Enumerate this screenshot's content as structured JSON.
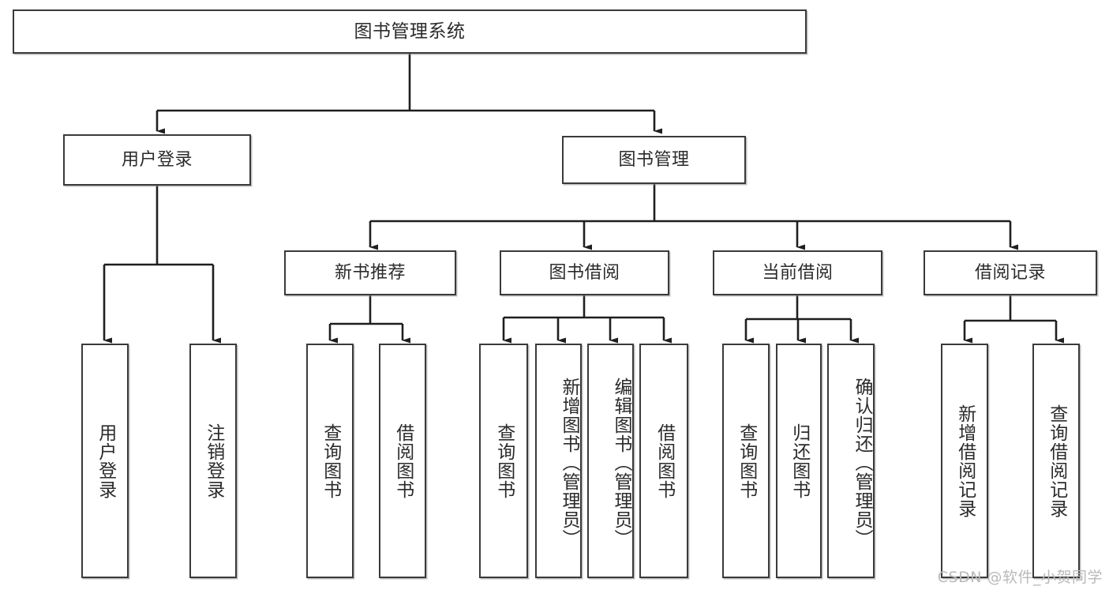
{
  "diagram": {
    "title": "图书管理系统",
    "type": "tree-hierarchy-diagram",
    "root": {
      "id": "root",
      "label": "图书管理系统"
    },
    "level1": [
      {
        "id": "user-login",
        "label": "用户登录"
      },
      {
        "id": "book-manage",
        "label": "图书管理"
      }
    ],
    "level2": [
      {
        "id": "new-book-recommend",
        "label": "新书推荐",
        "parent": "book-manage"
      },
      {
        "id": "book-borrow",
        "label": "图书借阅",
        "parent": "book-manage"
      },
      {
        "id": "current-borrow",
        "label": "当前借阅",
        "parent": "book-manage"
      },
      {
        "id": "borrow-record",
        "label": "借阅记录",
        "parent": "book-manage"
      }
    ],
    "leaves": {
      "user_login": [
        {
          "id": "leaf-user-login",
          "label": "用户登录"
        },
        {
          "id": "leaf-logout-login",
          "label": "注销登录"
        }
      ],
      "new_book_recommend": [
        {
          "id": "leaf-query-book-1",
          "label": "查询图书"
        },
        {
          "id": "leaf-borrow-book-1",
          "label": "借阅图书"
        }
      ],
      "book_borrow": [
        {
          "id": "leaf-query-book-2",
          "label": "查询图书"
        },
        {
          "id": "leaf-add-book",
          "label": "新增图书（管理员）"
        },
        {
          "id": "leaf-edit-book",
          "label": "编辑图书（管理员）"
        },
        {
          "id": "leaf-borrow-book-2",
          "label": "借阅图书"
        }
      ],
      "current_borrow": [
        {
          "id": "leaf-query-book-3",
          "label": "查询图书"
        },
        {
          "id": "leaf-return-book",
          "label": "归还图书"
        },
        {
          "id": "leaf-confirm-return",
          "label": "确认归还（管理员）"
        }
      ],
      "borrow_record": [
        {
          "id": "leaf-add-borrow-record",
          "label": "新增借阅记录"
        },
        {
          "id": "leaf-query-borrow-record",
          "label": "查询借阅记录"
        }
      ]
    },
    "watermark": "CSDN @软件_小贺同学",
    "colors": {
      "border": "#3a3a3a",
      "background": "#ffffff",
      "text": "#2b2b2b",
      "line": "#1f1f1f",
      "watermark": "#b9b9b9"
    }
  }
}
